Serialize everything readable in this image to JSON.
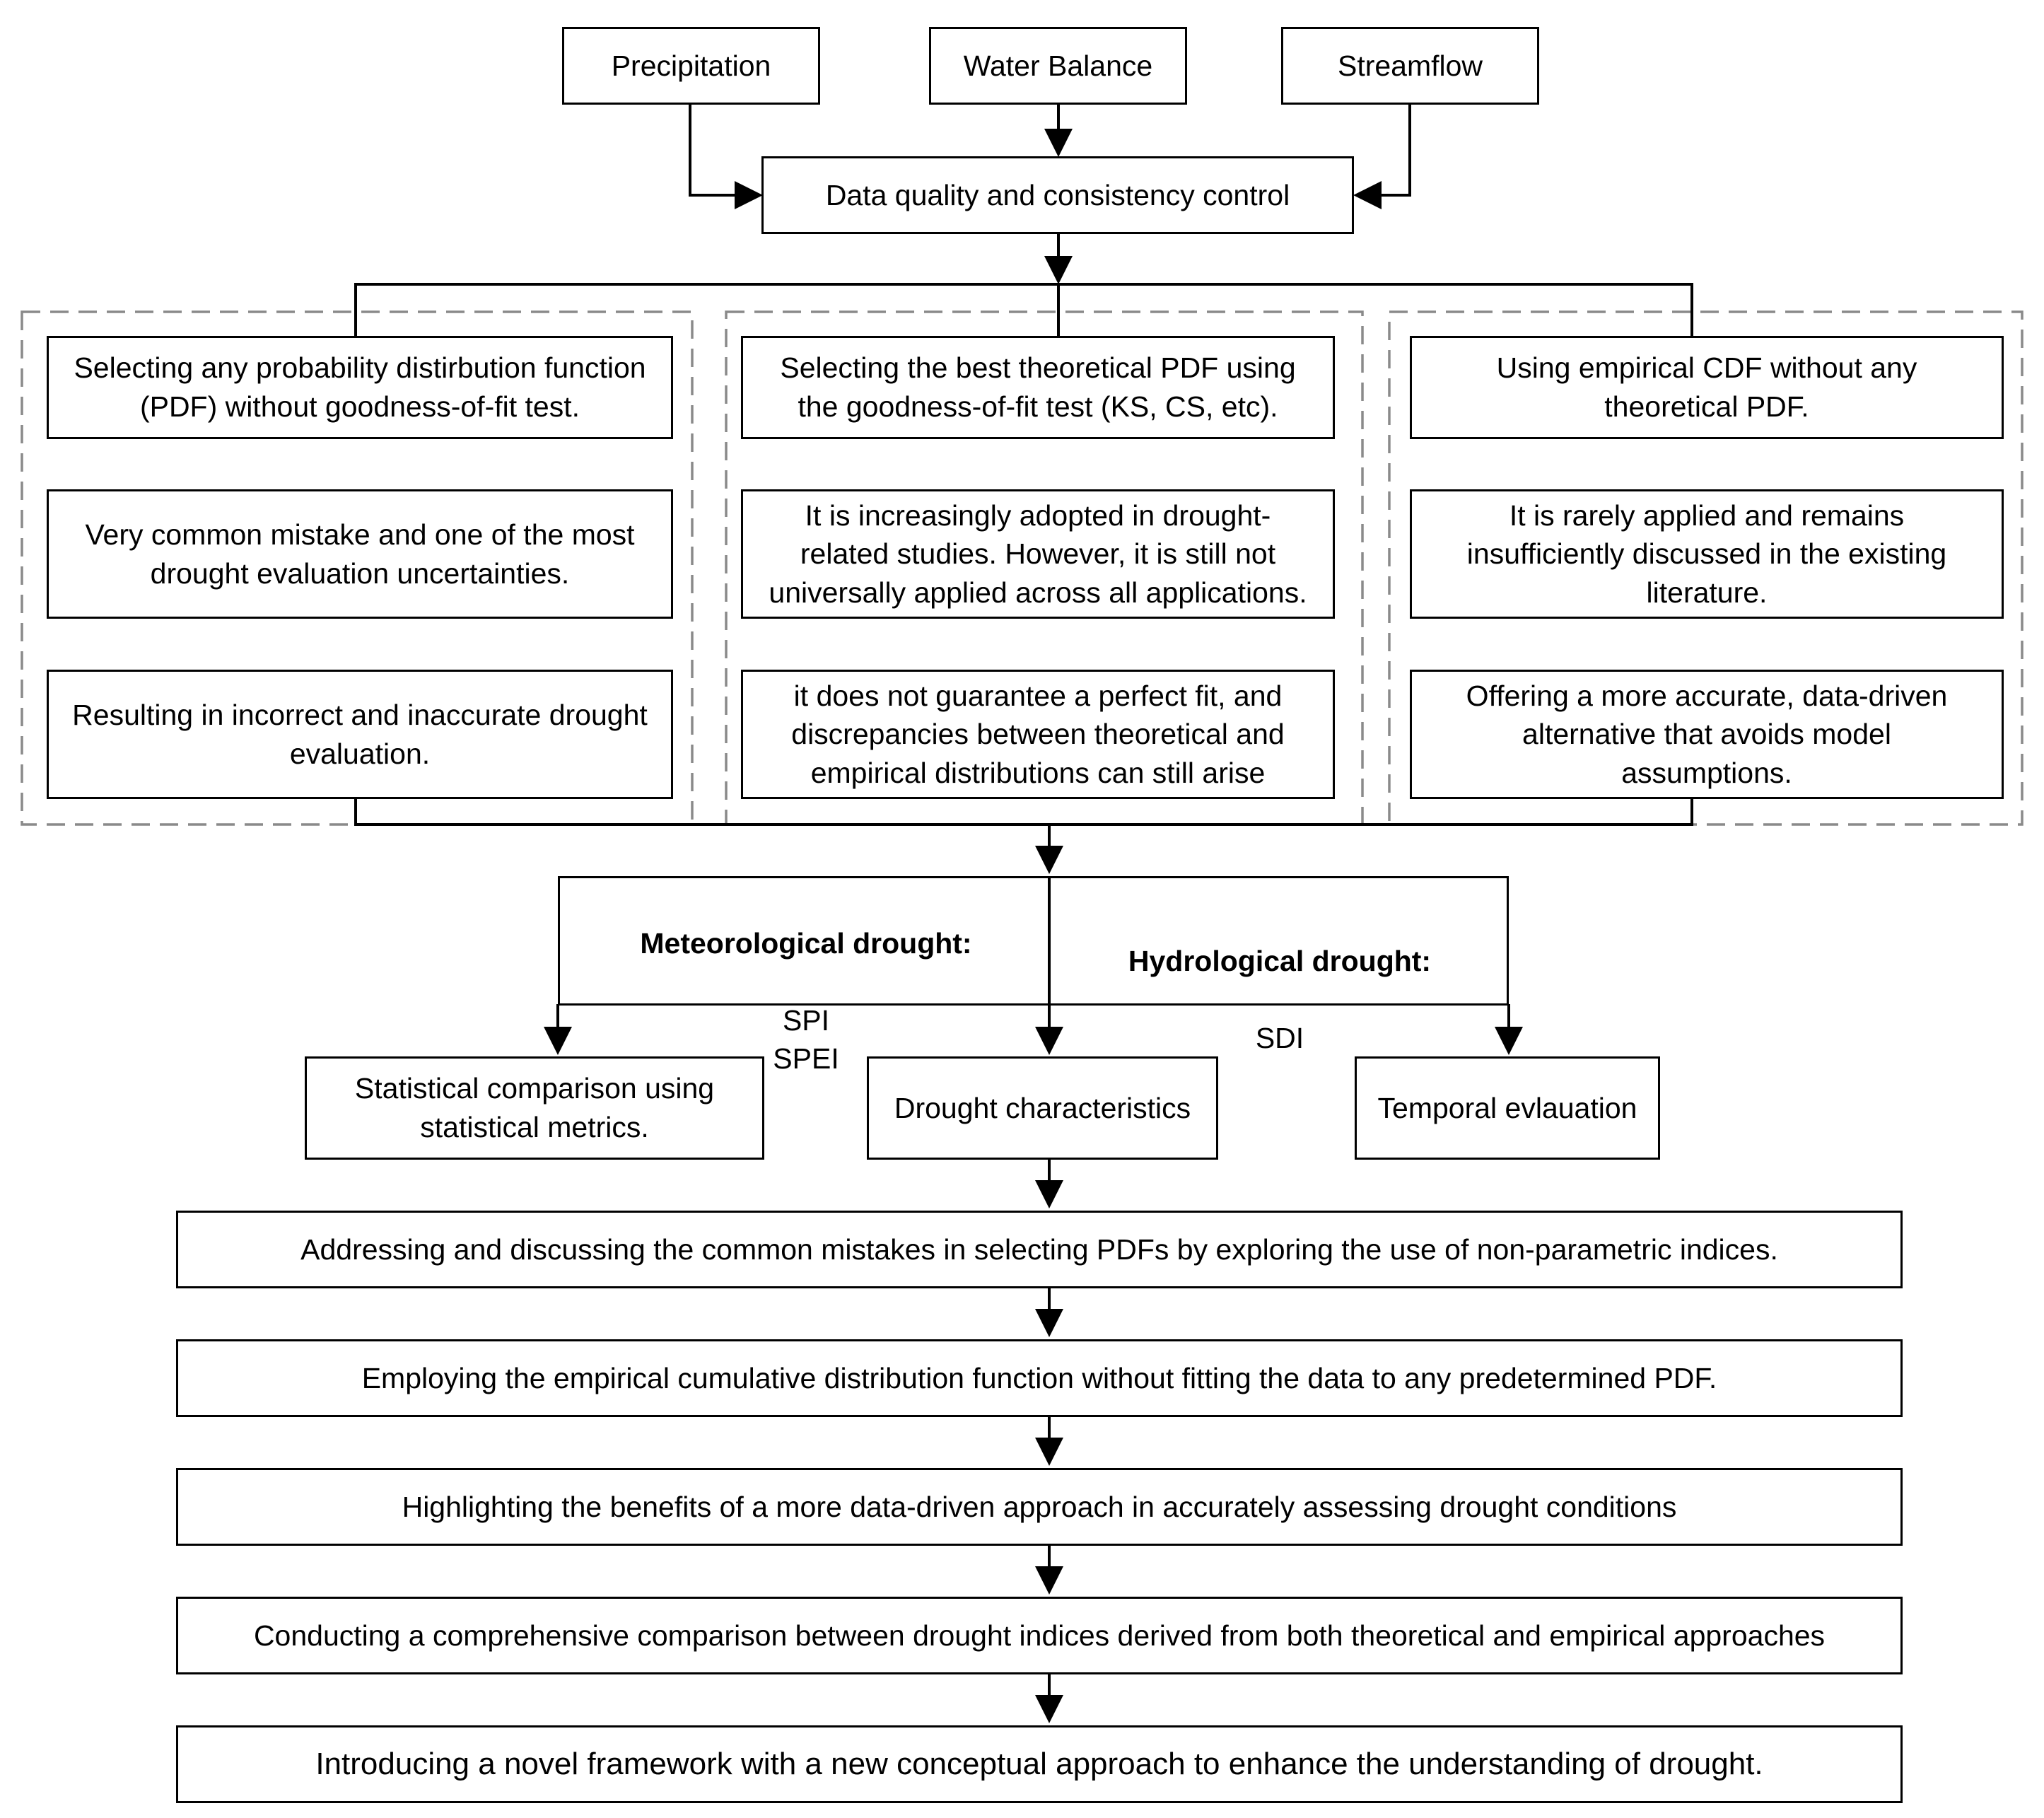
{
  "sources": {
    "precipitation": "Precipitation",
    "water_balance": "Water Balance",
    "streamflow": "Streamflow"
  },
  "quality_control": "Data quality and consistency control",
  "columns": [
    {
      "method": "Selecting any probability distirbution function\n(PDF) without goodness-of-fit test.",
      "status": "Very common mistake and one of the most\ndrought evaluation uncertainties.",
      "outcome": "Resulting in incorrect and inaccurate drought\nevaluation."
    },
    {
      "method": "Selecting the best theoretical PDF using\nthe goodness-of-fit test (KS, CS, etc).",
      "status": "It is increasingly adopted in drought-\nrelated studies. However, it is still not\nuniversally applied across all applications.",
      "outcome": "it does not guarantee a perfect fit, and\ndiscrepancies between theoretical and\nempirical distributions can still arise"
    },
    {
      "method": "Using empirical CDF without any\ntheoretical PDF.",
      "status": "It is rarely applied and remains\ninsufficiently discussed in the existing\nliterature.",
      "outcome": "Offering a more accurate, data-driven\nalternative that avoids model\nassumptions."
    }
  ],
  "indices": {
    "meteorological_title": "Meteorological drought:",
    "meteorological_items": "SPI\nSPEI",
    "hydrological_title": "Hydrological drought:",
    "hydrological_items": "SDI"
  },
  "analyses": {
    "statistical": "Statistical comparison using\nstatistical metrics.",
    "characteristics": "Drought characteristics",
    "temporal": "Temporal evlauation"
  },
  "steps": [
    "Addressing and discussing the common mistakes in selecting PDFs by exploring the use of non-parametric indices.",
    "Employing the empirical cumulative distribution function without fitting the data to any predetermined PDF.",
    "Highlighting the benefits of a more data-driven approach in accurately assessing drought conditions",
    "Conducting a comprehensive comparison between drought indices derived from both theoretical and empirical approaches",
    "Introducing a novel framework with a new conceptual approach to enhance the understanding of drought."
  ]
}
